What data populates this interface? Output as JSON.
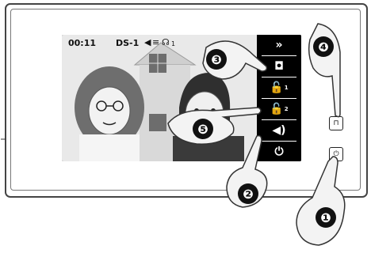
{
  "status_bar": {
    "time": "00:11",
    "camera": "DS-1",
    "speaker_icon": "speaker-icon",
    "mic_icon": "microphone-icon",
    "mic_level": "1"
  },
  "menu": {
    "items": [
      {
        "name": "forward-icon",
        "label": "»"
      },
      {
        "name": "camera-icon",
        "label": "◘"
      },
      {
        "name": "unlock-1-icon",
        "label": "🔓",
        "sup": "1"
      },
      {
        "name": "unlock-2-icon",
        "label": "🔓",
        "sup": "2"
      },
      {
        "name": "volume-icon",
        "label": "◀)"
      },
      {
        "name": "power-icon",
        "label": "⏻"
      }
    ]
  },
  "side_buttons": {
    "door_icon": "door-icon",
    "power_icon": "power-icon"
  },
  "callouts": [
    "❶",
    "❷",
    "❸",
    "❹",
    "❺"
  ],
  "colors": {
    "screen_bg": "#111111",
    "menu_bg": "#000000",
    "frame": "#444444"
  }
}
